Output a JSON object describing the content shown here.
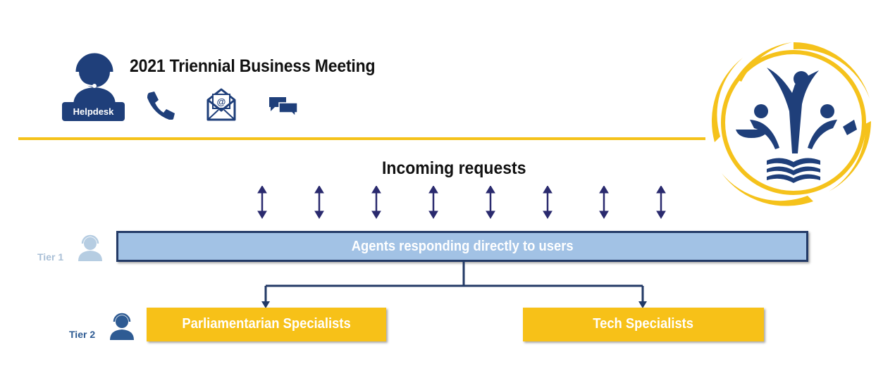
{
  "header": {
    "title": "2021 Triennial Business Meeting",
    "helpdesk_label": "Helpdesk",
    "contact_icons": [
      "phone-icon",
      "email-icon",
      "chat-icon"
    ]
  },
  "diagram": {
    "incoming_label": "Incoming requests",
    "arrow_count": 8,
    "tier1": {
      "label": "Tier 1",
      "box_text": "Agents responding directly to users"
    },
    "tier2": {
      "label": "Tier 2",
      "boxes": [
        "Parliamentarian Specialists",
        "Tech Specialists"
      ]
    }
  },
  "colors": {
    "gold": "#f5c21b",
    "navy": "#1f3f7a",
    "tier1_fill": "#a2c2e5",
    "tier1_border": "#233a66",
    "arrow": "#2a2a6e"
  }
}
